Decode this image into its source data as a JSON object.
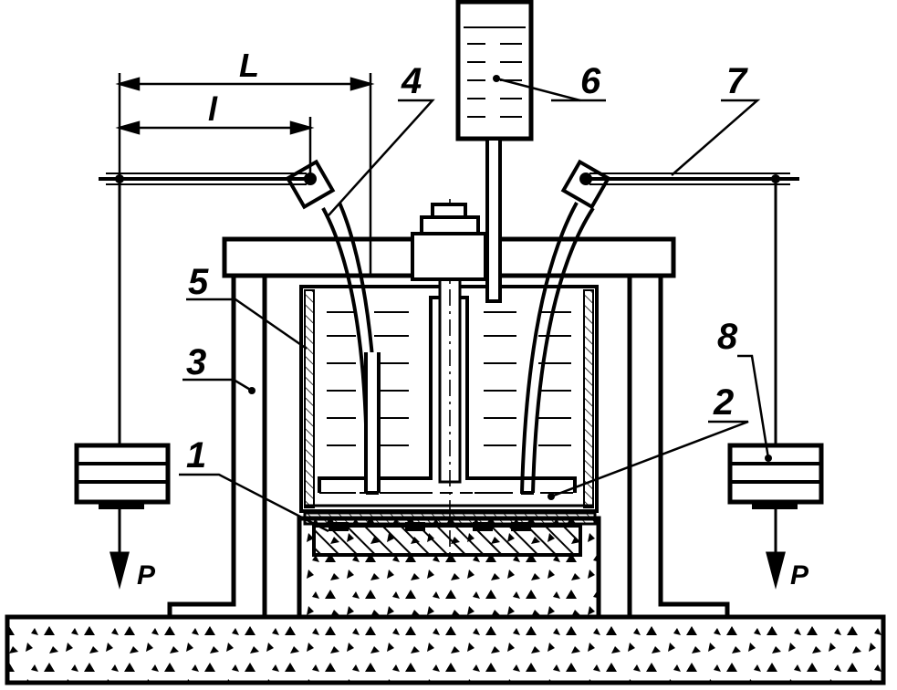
{
  "labels": {
    "L": "L",
    "l": "l",
    "n1": "1",
    "n2": "2",
    "n3": "3",
    "n4": "4",
    "n5": "5",
    "n6": "6",
    "n7": "7",
    "n8": "8",
    "p_left": "P",
    "p_right": "P"
  },
  "colors": {
    "ink": "#000000",
    "paper": "#ffffff"
  }
}
